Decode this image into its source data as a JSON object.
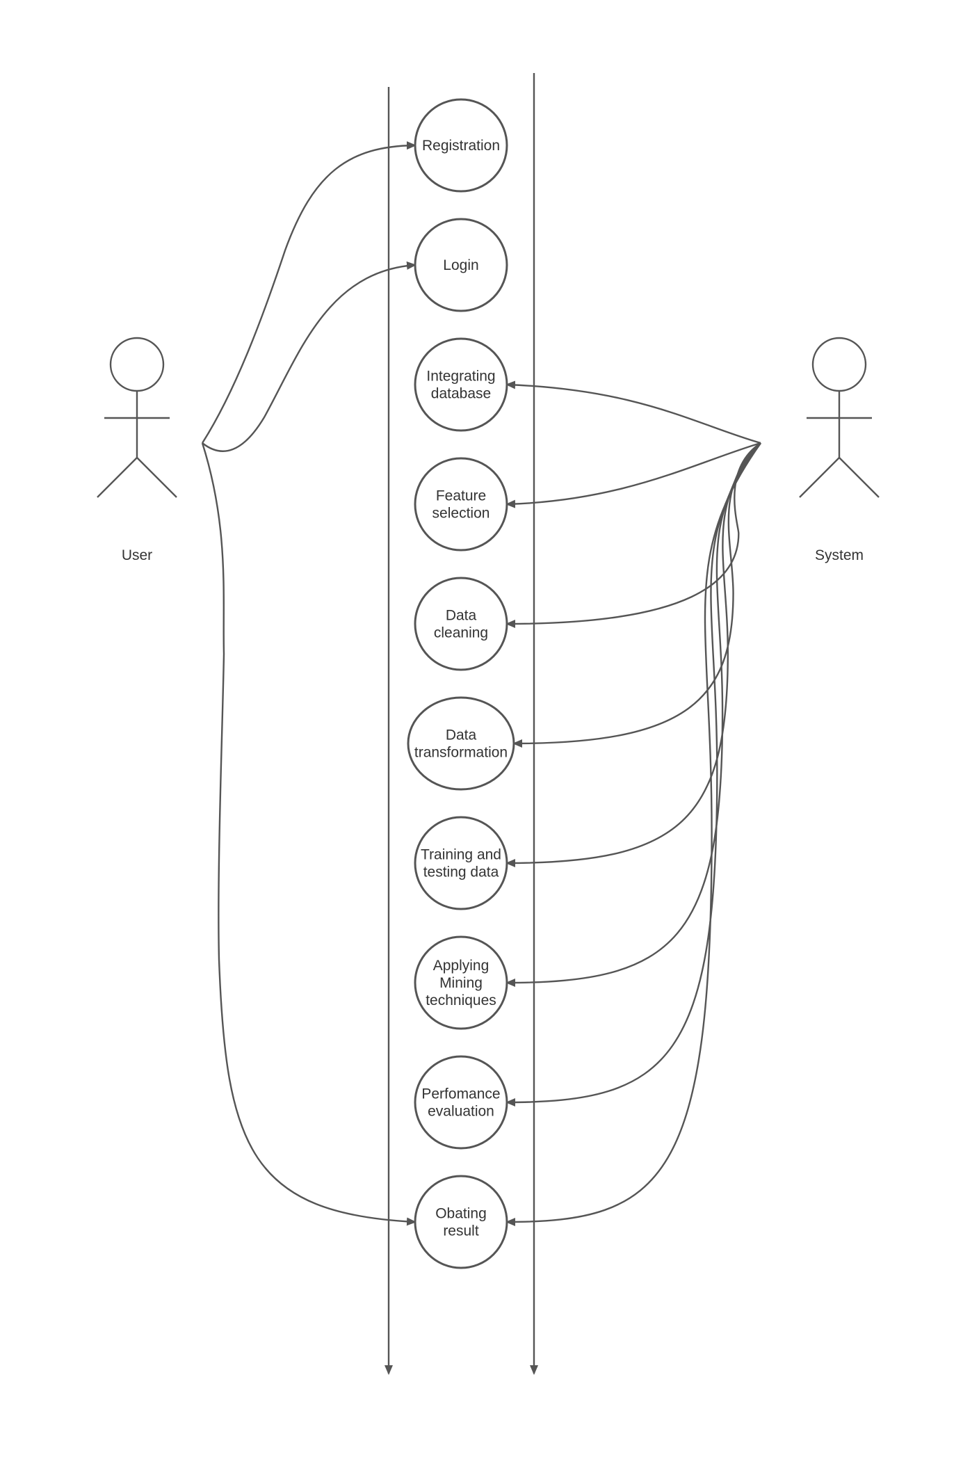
{
  "diagram": {
    "type": "use-case",
    "actors": {
      "user": {
        "label": "User"
      },
      "system": {
        "label": "System"
      }
    },
    "use_cases": [
      {
        "id": "registration",
        "lines": [
          "Registration"
        ]
      },
      {
        "id": "login",
        "lines": [
          "Login"
        ]
      },
      {
        "id": "integrating-database",
        "lines": [
          "Integrating",
          "database"
        ]
      },
      {
        "id": "feature-selection",
        "lines": [
          "Feature",
          "selection"
        ]
      },
      {
        "id": "data-cleaning",
        "lines": [
          "Data",
          "cleaning"
        ]
      },
      {
        "id": "data-transformation",
        "lines": [
          "Data",
          "transformation"
        ]
      },
      {
        "id": "training-testing-data",
        "lines": [
          "Training and",
          "testing data"
        ]
      },
      {
        "id": "applying-mining-techniques",
        "lines": [
          "Applying",
          "Mining",
          "techniques"
        ]
      },
      {
        "id": "performance-evaluation",
        "lines": [
          "Perfomance",
          "evaluation"
        ]
      },
      {
        "id": "obtaining-result",
        "lines": [
          "Obating",
          "result"
        ]
      }
    ],
    "associations": {
      "user": [
        "registration",
        "login",
        "obtaining-result"
      ],
      "system": [
        "integrating-database",
        "feature-selection",
        "data-cleaning",
        "data-transformation",
        "training-testing-data",
        "applying-mining-techniques",
        "performance-evaluation",
        "obtaining-result"
      ]
    },
    "colors": {
      "stroke": "#555555",
      "text": "#333333",
      "background": "#ffffff"
    }
  }
}
